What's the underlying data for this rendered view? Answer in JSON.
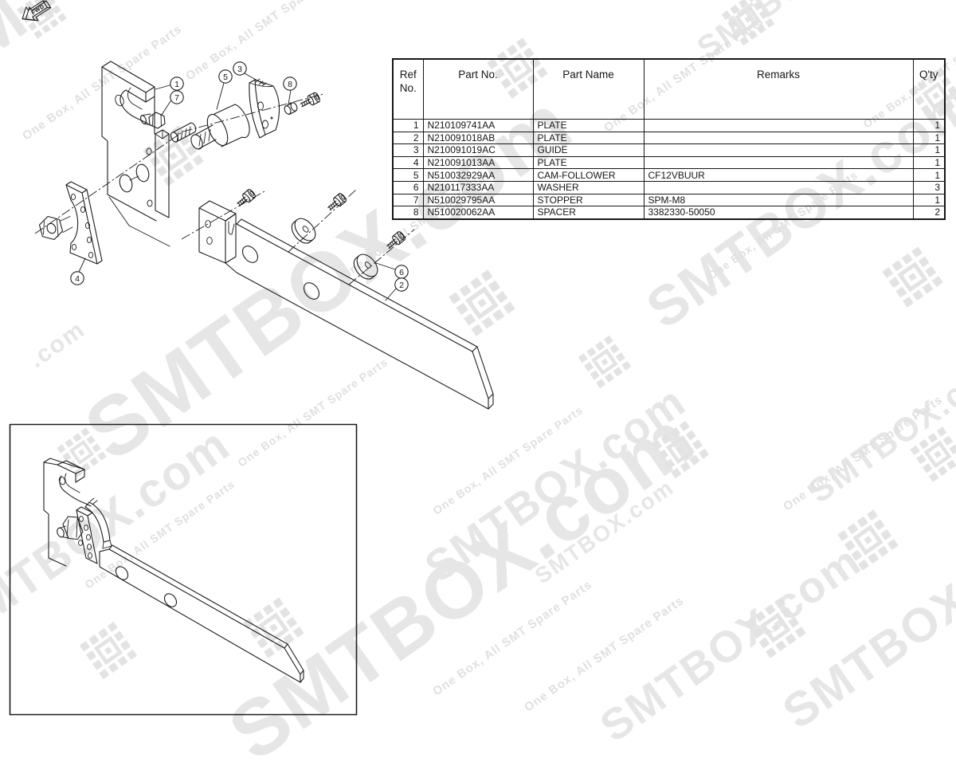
{
  "watermark": {
    "brand_full": "SMTBOX.com",
    "brand": "SMTBOX",
    "brand_suffix": ".com",
    "tagline": "One Box, All SMT Spare Parts",
    "color": "#e6e6e6"
  },
  "direction_indicator": {
    "label": "FWD"
  },
  "callouts": [
    {
      "label": "1"
    },
    {
      "label": "7"
    },
    {
      "label": "5"
    },
    {
      "label": "3"
    },
    {
      "label": "8"
    },
    {
      "label": "4"
    },
    {
      "label": "6"
    },
    {
      "label": "2"
    }
  ],
  "parts_table": {
    "headers": {
      "ref_line1": "Ref",
      "ref_line2": "No.",
      "part_no": "Part No.",
      "part_name": "Part Name",
      "remarks": "Remarks",
      "qty": "Q'ty"
    },
    "rows": [
      {
        "ref": "1",
        "part_no": "N210109741AA",
        "part_name": "PLATE",
        "remarks": "",
        "qty": "1"
      },
      {
        "ref": "2",
        "part_no": "N210091018AB",
        "part_name": "PLATE",
        "remarks": "",
        "qty": "1"
      },
      {
        "ref": "3",
        "part_no": "N210091019AC",
        "part_name": "GUIDE",
        "remarks": "",
        "qty": "1"
      },
      {
        "ref": "4",
        "part_no": "N210091013AA",
        "part_name": "PLATE",
        "remarks": "",
        "qty": "1"
      },
      {
        "ref": "5",
        "part_no": "N510032929AA",
        "part_name": "CAM-FOLLOWER",
        "remarks": "CF12VBUUR",
        "qty": "1"
      },
      {
        "ref": "6",
        "part_no": "N210117333AA",
        "part_name": "WASHER",
        "remarks": "",
        "qty": "3"
      },
      {
        "ref": "7",
        "part_no": "N510029795AA",
        "part_name": "STOPPER",
        "remarks": "SPM-M8",
        "qty": "1"
      },
      {
        "ref": "8",
        "part_no": "N510020062AA",
        "part_name": "SPACER",
        "remarks": "3382330-50050",
        "qty": "2"
      }
    ]
  }
}
